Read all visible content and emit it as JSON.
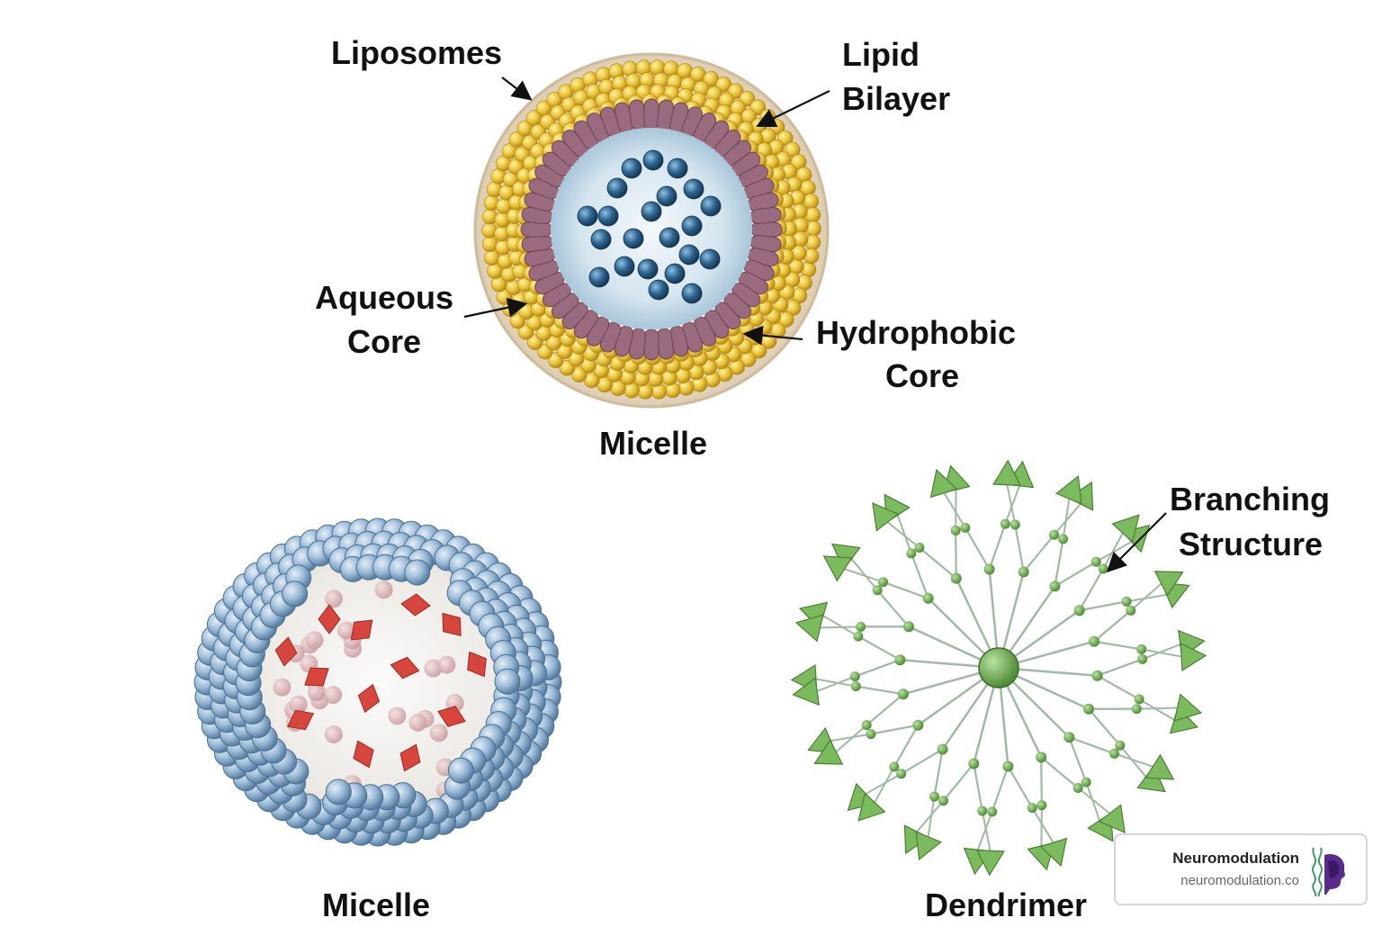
{
  "liposome": {
    "labels": {
      "liposomes": "Liposomes",
      "lipid_bilayer_1": "Lipid",
      "lipid_bilayer_2": "Bilayer",
      "aqueous_core_1": "Aqueous",
      "aqueous_core_2": "Core",
      "hydrophobic_core_1": "Hydrophobic",
      "hydrophobic_core_2": "Core"
    },
    "caption": "Micelle"
  },
  "micelle": {
    "caption": "Micelle"
  },
  "dendrimer": {
    "labels": {
      "branching_1": "Branching",
      "branching_2": "Structure"
    },
    "caption": "Dendrimer"
  },
  "watermark": {
    "name": "Neuromodulation",
    "url": "neuromodulation.co"
  },
  "colors": {
    "outer_shell": "#f1e6d3",
    "head_group": "#e8c23a",
    "tail_group": "#9a6a7e",
    "aqueous": "#c8dbe6",
    "payload": "#2e6590",
    "micelle_sphere": "#8fb0ce",
    "drug": "#d6463c",
    "dendrimer": "#6aa84f"
  }
}
